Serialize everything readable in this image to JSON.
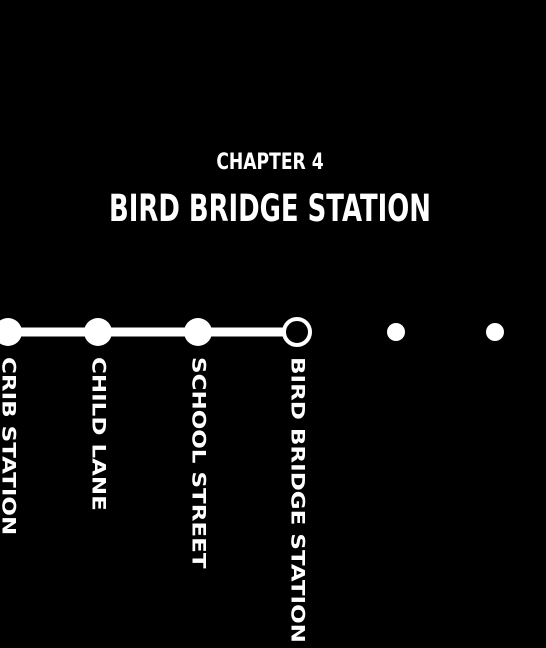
{
  "chapter": {
    "label": "CHAPTER 4",
    "title": "BIRD BRIDGE STATION"
  },
  "route": {
    "line_color": "#ffffff",
    "background_color": "#000000",
    "current_index": 3,
    "stations": [
      {
        "name": "CRIB STATION",
        "state": "visited"
      },
      {
        "name": "CHILD LANE",
        "state": "visited"
      },
      {
        "name": "SCHOOL STREET",
        "state": "visited"
      },
      {
        "name": "BIRD BRIDGE STATION",
        "state": "current"
      },
      {
        "name": "",
        "state": "upcoming"
      },
      {
        "name": "",
        "state": "upcoming"
      }
    ]
  }
}
